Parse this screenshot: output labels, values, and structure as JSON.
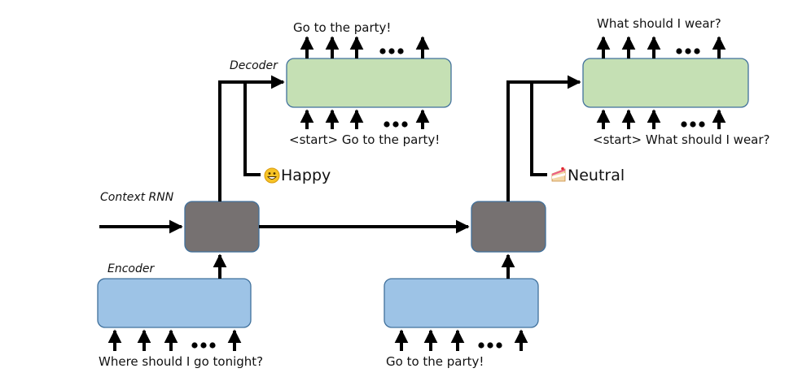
{
  "labels": {
    "decoder": "Decoder",
    "context_rnn": "Context RNN",
    "encoder": "Encoder"
  },
  "turn1": {
    "encoder_input": "Where should I go tonight?",
    "decoder_output": "Go to the party!",
    "decoder_input": "<start> Go to the party!",
    "emotion": "Happy",
    "emotion_icon": "grinning-face-icon"
  },
  "turn2": {
    "encoder_input": "Go to the party!",
    "decoder_output": "What should I wear?",
    "decoder_input": "<start> What should I wear?",
    "emotion": "Neutral",
    "emotion_icon": "cake-slice-icon"
  },
  "ellipsis": "•••",
  "colors": {
    "encoder_fill": "#9dc3e6",
    "decoder_fill": "#c5e0b4",
    "context_fill": "#767171",
    "box_stroke": "#41719c",
    "arrow": "#000000"
  }
}
